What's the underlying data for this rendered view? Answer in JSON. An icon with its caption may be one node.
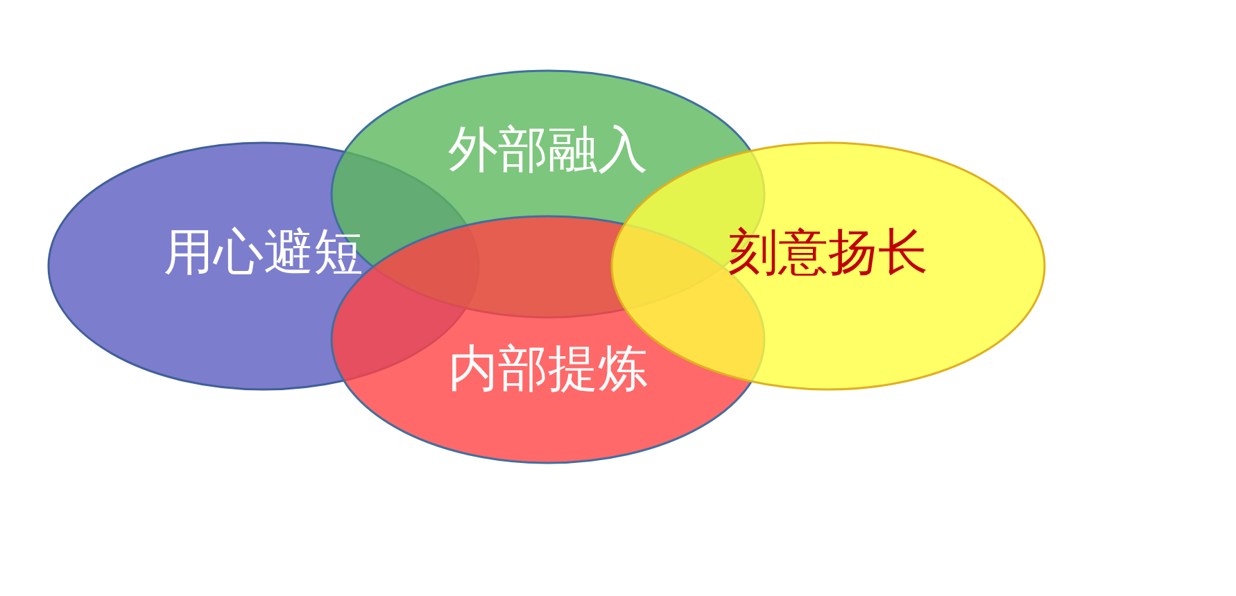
{
  "diagram": {
    "nodes": [
      {
        "text": [
          "外部融入"
        ]
      },
      {
        "text": [
          "用心避短"
        ]
      },
      {
        "text": [
          "刻意扬长"
        ]
      },
      {
        "text": [
          "内部提炼"
        ]
      }
    ]
  }
}
